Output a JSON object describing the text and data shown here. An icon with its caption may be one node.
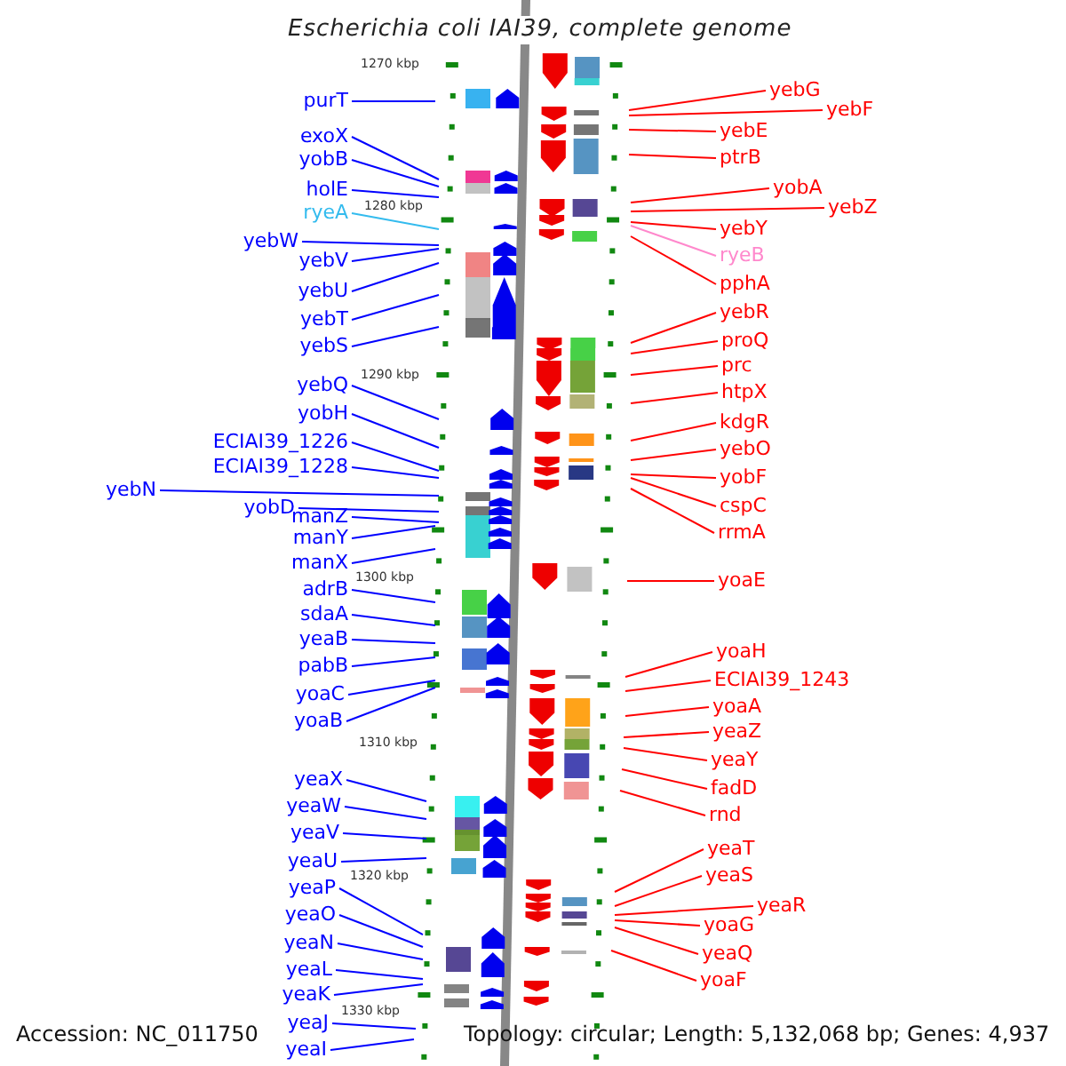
{
  "diagram": {
    "title": "Escherichia coli IAI39, complete genome",
    "nodes": [
      {
        "text": [
          "purT"
        ]
      },
      {
        "text": [
          "exoX"
        ]
      },
      {
        "text": [
          "yobB"
        ]
      },
      {
        "text": [
          "holE"
        ]
      },
      {
        "text": [
          "ryeA"
        ]
      },
      {
        "text": [
          "yebW"
        ]
      },
      {
        "text": [
          "yebV"
        ]
      },
      {
        "text": [
          "yebU"
        ]
      },
      {
        "text": [
          "yebT"
        ]
      },
      {
        "text": [
          "yebS"
        ]
      },
      {
        "text": [
          "yebQ"
        ]
      },
      {
        "text": [
          "yobH"
        ]
      },
      {
        "text": [
          "ECIAI39_1226"
        ]
      },
      {
        "text": [
          "ECIAI39_1228"
        ]
      },
      {
        "text": [
          "yebN"
        ]
      },
      {
        "text": [
          "yobD"
        ]
      },
      {
        "text": [
          "manZ"
        ]
      },
      {
        "text": [
          "manY"
        ]
      },
      {
        "text": [
          "manX"
        ]
      },
      {
        "text": [
          "adrB"
        ]
      },
      {
        "text": [
          "sdaA"
        ]
      },
      {
        "text": [
          "yeaB"
        ]
      },
      {
        "text": [
          "pabB"
        ]
      },
      {
        "text": [
          "yoaC"
        ]
      },
      {
        "text": [
          "yoaB"
        ]
      },
      {
        "text": [
          "yeaX"
        ]
      },
      {
        "text": [
          "yeaW"
        ]
      },
      {
        "text": [
          "yeaV"
        ]
      },
      {
        "text": [
          "yeaU"
        ]
      },
      {
        "text": [
          "yeaP"
        ]
      },
      {
        "text": [
          "yeaO"
        ]
      },
      {
        "text": [
          "yeaN"
        ]
      },
      {
        "text": [
          "yeaL"
        ]
      },
      {
        "text": [
          "yeaK"
        ]
      },
      {
        "text": [
          "yeaJ"
        ]
      },
      {
        "text": [
          "yeaI"
        ]
      },
      {
        "text": [
          "yebG"
        ]
      },
      {
        "text": [
          "yebF"
        ]
      },
      {
        "text": [
          "yebE"
        ]
      },
      {
        "text": [
          "ptrB"
        ]
      },
      {
        "text": [
          "yobA"
        ]
      },
      {
        "text": [
          "yebZ"
        ]
      },
      {
        "text": [
          "yebY"
        ]
      },
      {
        "text": [
          "ryeB"
        ]
      },
      {
        "text": [
          "pphA"
        ]
      },
      {
        "text": [
          "yebR"
        ]
      },
      {
        "text": [
          "proQ"
        ]
      },
      {
        "text": [
          "prc"
        ]
      },
      {
        "text": [
          "htpX"
        ]
      },
      {
        "text": [
          "kdgR"
        ]
      },
      {
        "text": [
          "yebO"
        ]
      },
      {
        "text": [
          "yobF"
        ]
      },
      {
        "text": [
          "cspC"
        ]
      },
      {
        "text": [
          "rrmA"
        ]
      },
      {
        "text": [
          "yoaE"
        ]
      },
      {
        "text": [
          "yoaH"
        ]
      },
      {
        "text": [
          "ECIAI39_1243"
        ]
      },
      {
        "text": [
          "yoaA"
        ]
      },
      {
        "text": [
          "yeaZ"
        ]
      },
      {
        "text": [
          "yeaY"
        ]
      },
      {
        "text": [
          "fadD"
        ]
      },
      {
        "text": [
          "rnd"
        ]
      },
      {
        "text": [
          "yeaT"
        ]
      },
      {
        "text": [
          "yeaS"
        ]
      },
      {
        "text": [
          "yeaR"
        ]
      },
      {
        "text": [
          "yoaG"
        ]
      },
      {
        "text": [
          "yeaQ"
        ]
      },
      {
        "text": [
          "yoaF"
        ]
      }
    ],
    "edges": [
      {
        "from": 0,
        "to": null,
        "arrow": "none",
        "color": "#0000ff"
      },
      {
        "from": 1,
        "to": null,
        "arrow": "none",
        "color": "#0000ff"
      },
      {
        "from": 2,
        "to": null,
        "arrow": "none",
        "color": "#0000ff"
      },
      {
        "from": 3,
        "to": null,
        "arrow": "none",
        "color": "#0000ff"
      },
      {
        "from": 4,
        "to": null,
        "arrow": "none",
        "color": "#33bbee"
      },
      {
        "from": 5,
        "to": null,
        "arrow": "none",
        "color": "#0000ff"
      },
      {
        "from": 6,
        "to": null,
        "arrow": "none",
        "color": "#0000ff"
      },
      {
        "from": 7,
        "to": null,
        "arrow": "none",
        "color": "#0000ff"
      },
      {
        "from": 8,
        "to": null,
        "arrow": "none",
        "color": "#0000ff"
      },
      {
        "from": 9,
        "to": null,
        "arrow": "none",
        "color": "#0000ff"
      },
      {
        "from": 10,
        "to": null,
        "arrow": "none",
        "color": "#0000ff"
      },
      {
        "from": 11,
        "to": null,
        "arrow": "none",
        "color": "#0000ff"
      },
      {
        "from": 12,
        "to": null,
        "arrow": "none",
        "color": "#0000ff"
      },
      {
        "from": 13,
        "to": null,
        "arrow": "none",
        "color": "#0000ff"
      },
      {
        "from": 14,
        "to": null,
        "arrow": "none",
        "color": "#0000ff"
      },
      {
        "from": 15,
        "to": null,
        "arrow": "none",
        "color": "#0000ff"
      },
      {
        "from": 16,
        "to": null,
        "arrow": "none",
        "color": "#0000ff"
      },
      {
        "from": 17,
        "to": null,
        "arrow": "none",
        "color": "#0000ff"
      },
      {
        "from": 18,
        "to": null,
        "arrow": "none",
        "color": "#0000ff"
      },
      {
        "from": 19,
        "to": null,
        "arrow": "none",
        "color": "#0000ff"
      },
      {
        "from": 20,
        "to": null,
        "arrow": "none",
        "color": "#0000ff"
      },
      {
        "from": 21,
        "to": null,
        "arrow": "none",
        "color": "#0000ff"
      },
      {
        "from": 22,
        "to": null,
        "arrow": "none",
        "color": "#0000ff"
      },
      {
        "from": 23,
        "to": null,
        "arrow": "none",
        "color": "#0000ff"
      },
      {
        "from": 24,
        "to": null,
        "arrow": "none",
        "color": "#0000ff"
      },
      {
        "from": 25,
        "to": null,
        "arrow": "none",
        "color": "#0000ff"
      },
      {
        "from": 26,
        "to": null,
        "arrow": "none",
        "color": "#0000ff"
      },
      {
        "from": 27,
        "to": null,
        "arrow": "none",
        "color": "#0000ff"
      },
      {
        "from": 28,
        "to": null,
        "arrow": "none",
        "color": "#0000ff"
      },
      {
        "from": 29,
        "to": null,
        "arrow": "none",
        "color": "#0000ff"
      },
      {
        "from": 30,
        "to": null,
        "arrow": "none",
        "color": "#0000ff"
      },
      {
        "from": 31,
        "to": null,
        "arrow": "none",
        "color": "#0000ff"
      },
      {
        "from": 32,
        "to": null,
        "arrow": "none",
        "color": "#0000ff"
      },
      {
        "from": 33,
        "to": null,
        "arrow": "none",
        "color": "#0000ff"
      },
      {
        "from": 34,
        "to": null,
        "arrow": "none",
        "color": "#0000ff"
      },
      {
        "from": 35,
        "to": null,
        "arrow": "none",
        "color": "#0000ff"
      },
      {
        "from": 36,
        "to": null,
        "arrow": "none",
        "color": "#ff0000"
      },
      {
        "from": 37,
        "to": null,
        "arrow": "none",
        "color": "#ff0000"
      },
      {
        "from": 38,
        "to": null,
        "arrow": "none",
        "color": "#ff0000"
      },
      {
        "from": 39,
        "to": null,
        "arrow": "none",
        "color": "#ff0000"
      },
      {
        "from": 40,
        "to": null,
        "arrow": "none",
        "color": "#ff0000"
      },
      {
        "from": 41,
        "to": null,
        "arrow": "none",
        "color": "#ff0000"
      },
      {
        "from": 42,
        "to": null,
        "arrow": "none",
        "color": "#ff0000"
      },
      {
        "from": 43,
        "to": null,
        "arrow": "none",
        "color": "#ff88cc"
      },
      {
        "from": 44,
        "to": null,
        "arrow": "none",
        "color": "#ff0000"
      },
      {
        "from": 45,
        "to": null,
        "arrow": "none",
        "color": "#ff0000"
      },
      {
        "from": 46,
        "to": null,
        "arrow": "none",
        "color": "#ff0000"
      },
      {
        "from": 47,
        "to": null,
        "arrow": "none",
        "color": "#ff0000"
      },
      {
        "from": 48,
        "to": null,
        "arrow": "none",
        "color": "#ff0000"
      },
      {
        "from": 49,
        "to": null,
        "arrow": "none",
        "color": "#ff0000"
      },
      {
        "from": 50,
        "to": null,
        "arrow": "none",
        "color": "#ff0000"
      },
      {
        "from": 51,
        "to": null,
        "arrow": "none",
        "color": "#ff0000"
      },
      {
        "from": 52,
        "to": null,
        "arrow": "none",
        "color": "#ff0000"
      },
      {
        "from": 53,
        "to": null,
        "arrow": "none",
        "color": "#ff0000"
      },
      {
        "from": 54,
        "to": null,
        "arrow": "none",
        "color": "#ff0000"
      },
      {
        "from": 55,
        "to": null,
        "arrow": "none",
        "color": "#ff0000"
      },
      {
        "from": 56,
        "to": null,
        "arrow": "none",
        "color": "#ff0000"
      },
      {
        "from": 57,
        "to": null,
        "arrow": "none",
        "color": "#ff0000"
      },
      {
        "from": 58,
        "to": null,
        "arrow": "none",
        "color": "#ff0000"
      },
      {
        "from": 59,
        "to": null,
        "arrow": "none",
        "color": "#ff0000"
      },
      {
        "from": 60,
        "to": null,
        "arrow": "none",
        "color": "#ff0000"
      },
      {
        "from": 61,
        "to": null,
        "arrow": "none",
        "color": "#ff0000"
      },
      {
        "from": 62,
        "to": null,
        "arrow": "none",
        "color": "#ff0000"
      },
      {
        "from": 63,
        "to": null,
        "arrow": "none",
        "color": "#ff0000"
      },
      {
        "from": 64,
        "to": null,
        "arrow": "none",
        "color": "#ff0000"
      },
      {
        "from": 65,
        "to": null,
        "arrow": "none",
        "color": "#ff0000"
      },
      {
        "from": 66,
        "to": null,
        "arrow": "none",
        "color": "#ff0000"
      },
      {
        "from": 67,
        "to": null,
        "arrow": "none",
        "color": "#ff0000"
      }
    ],
    "labels": [
      "1270 kbp",
      "1280 kbp",
      "1290 kbp",
      "1300 kbp",
      "1310 kbp",
      "1320 kbp",
      "1330 kbp",
      "Accession: NC_011750",
      "Topology: circular; Length: 5,132,068 bp; Genes: 4,937"
    ]
  }
}
